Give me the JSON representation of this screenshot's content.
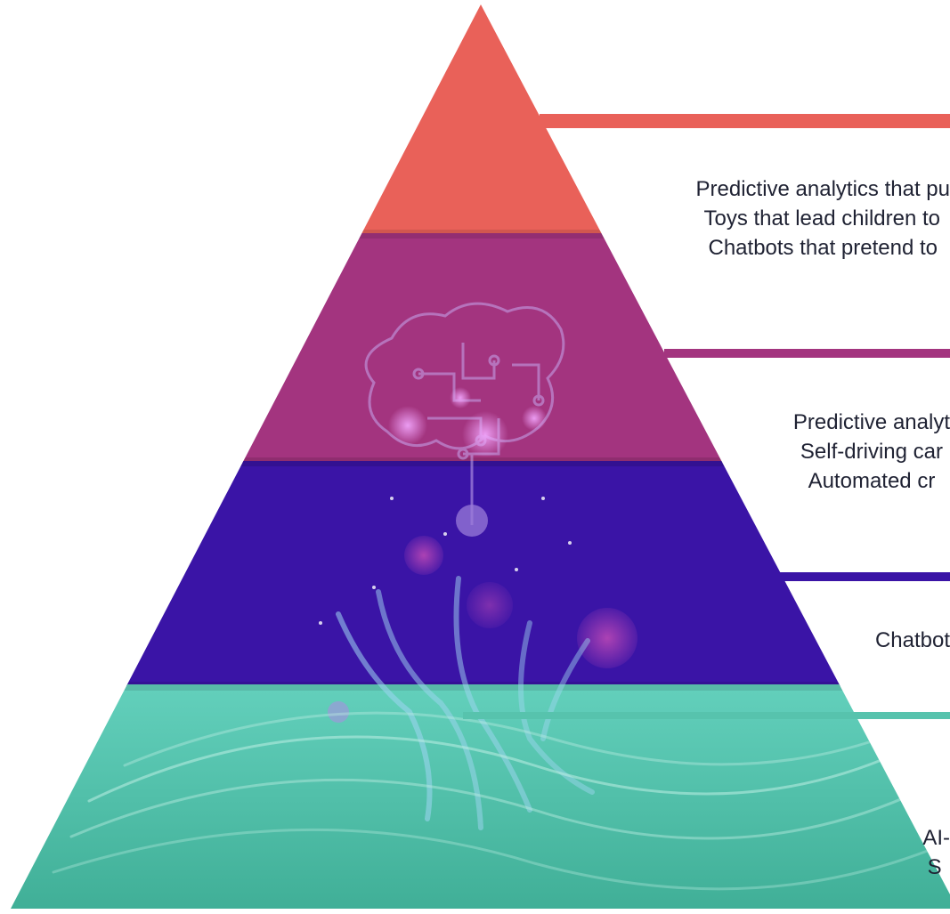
{
  "pyramid": {
    "colors": {
      "top": "#e96159",
      "upper_mid": "#a3347f",
      "lower_mid": "#3a14a6",
      "base": "#4fc1a8",
      "text": "#1f2233"
    },
    "tiers": [
      {
        "lines": [
          "Predictive analytics that pu",
          "Toys that lead children to",
          "Chatbots that pretend to"
        ]
      },
      {
        "lines": [
          "Predictive analyt",
          "Self-driving car",
          "Automated cr"
        ]
      },
      {
        "lines": [
          "Chatbot"
        ]
      },
      {
        "lines": [
          "AI-",
          "S"
        ]
      }
    ]
  }
}
